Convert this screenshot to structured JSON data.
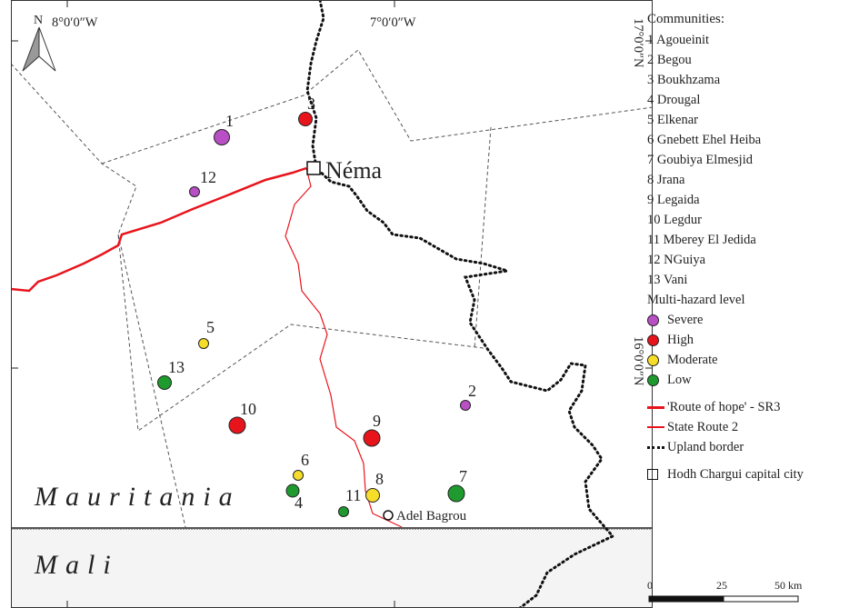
{
  "map": {
    "graticule": {
      "lon_labels": [
        "8°0′0″W",
        "7°0′0″W"
      ],
      "lat_labels": [
        "17°0′0″N",
        "16°0′0″N"
      ]
    },
    "north_arrow_label": "N",
    "country_labels": [
      "Mauritania",
      "Mali"
    ],
    "capital": {
      "name": "Néma"
    },
    "town": {
      "name": "Adel Bagrou"
    },
    "communities": [
      {
        "num": "1",
        "level": "Severe"
      },
      {
        "num": "2",
        "level": "Severe"
      },
      {
        "num": "3",
        "level": "High"
      },
      {
        "num": "4",
        "level": "Low"
      },
      {
        "num": "5",
        "level": "Moderate"
      },
      {
        "num": "6",
        "level": "Moderate"
      },
      {
        "num": "7",
        "level": "Low"
      },
      {
        "num": "8",
        "level": "Moderate"
      },
      {
        "num": "9",
        "level": "High"
      },
      {
        "num": "10",
        "level": "High"
      },
      {
        "num": "11",
        "level": "Low"
      },
      {
        "num": "12",
        "level": "Severe"
      },
      {
        "num": "13",
        "level": "Low"
      }
    ]
  },
  "legend": {
    "communities_title": "Communities:",
    "communities": [
      "1 Agoueinit",
      "2 Begou",
      "3 Boukhzama",
      "4 Drougal",
      "5 Elkenar",
      "6 Gnebett Ehel Heiba",
      "7 Goubiya Elmesjid",
      "8 Jrana",
      "9 Legaida",
      "10 Legdur",
      "11 Mberey El Jedida",
      "12 NGuiya",
      "13 Vani"
    ],
    "hazard_title": "Multi-hazard level",
    "hazard_levels": [
      {
        "label": "Severe",
        "color": "#b94fc4"
      },
      {
        "label": "High",
        "color": "#e8141c"
      },
      {
        "label": "Moderate",
        "color": "#f5dd2a"
      },
      {
        "label": "Low",
        "color": "#1f9a2e"
      }
    ],
    "lines": [
      {
        "label": "'Route of hope' - SR3",
        "style": "thick-red"
      },
      {
        "label": "State Route 2",
        "style": "thin-red"
      },
      {
        "label": "Upland border",
        "style": "dotted-black"
      }
    ],
    "capital_label": "Hodh Chargui capital city"
  },
  "scale_bar": {
    "ticks": [
      "0",
      "25",
      "50 km"
    ]
  }
}
